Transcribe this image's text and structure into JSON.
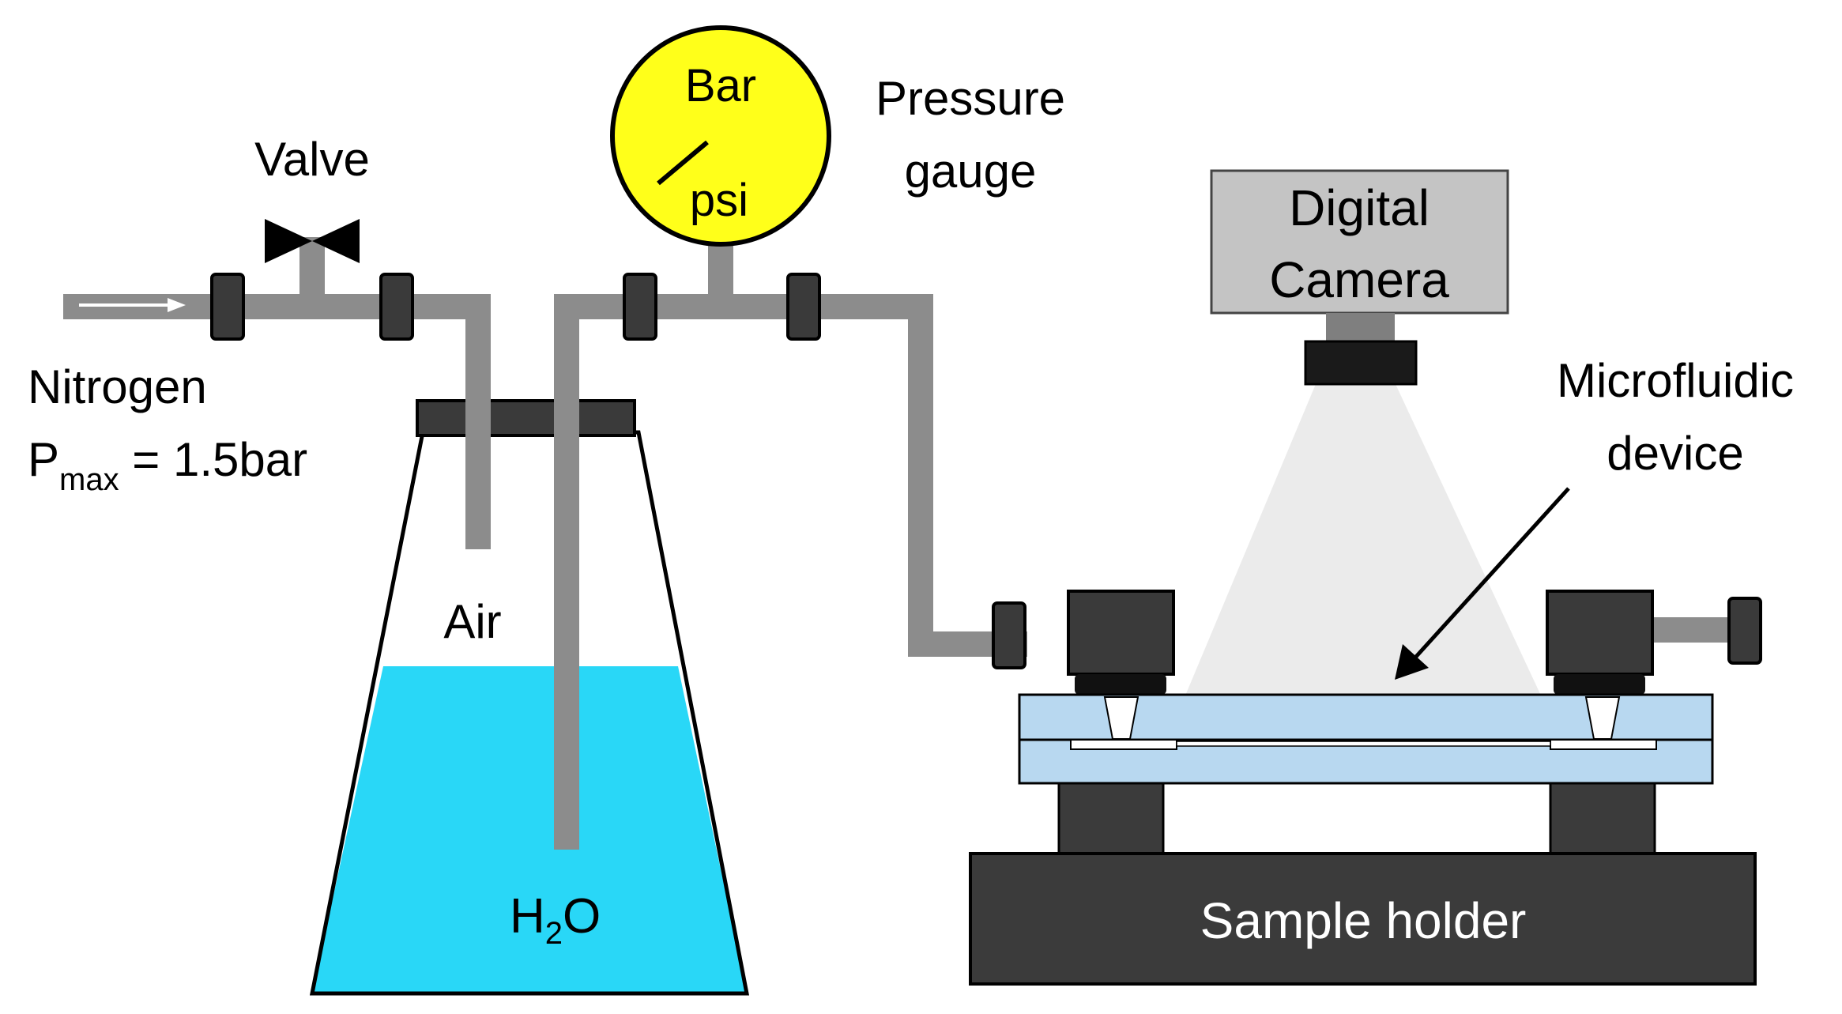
{
  "labels": {
    "valve": "Valve",
    "nitrogen": "Nitrogen",
    "pmax_p": "P",
    "pmax_sub": "max",
    "pmax_rest": " = 1.5bar",
    "gauge_bar": "Bar",
    "gauge_psi": "psi",
    "pressure": "Pressure",
    "gauge": "gauge",
    "camera_line1": "Digital",
    "camera_line2": "Camera",
    "microfluidic": "Microfluidic",
    "device": "device",
    "air": "Air",
    "h2o_h": "H",
    "h2o_sub": "2",
    "h2o_o": "O",
    "sample_holder": "Sample holder"
  },
  "colors": {
    "tube": "#8c8c8c",
    "fitting": "#3a3a3a",
    "gauge_face": "#ffff1a",
    "water": "#29d7f7",
    "chip": "#b8d8f0",
    "camera_body": "#c4c4c4",
    "light_cone": "#ebebeb",
    "holder": "#3b3b3b"
  }
}
